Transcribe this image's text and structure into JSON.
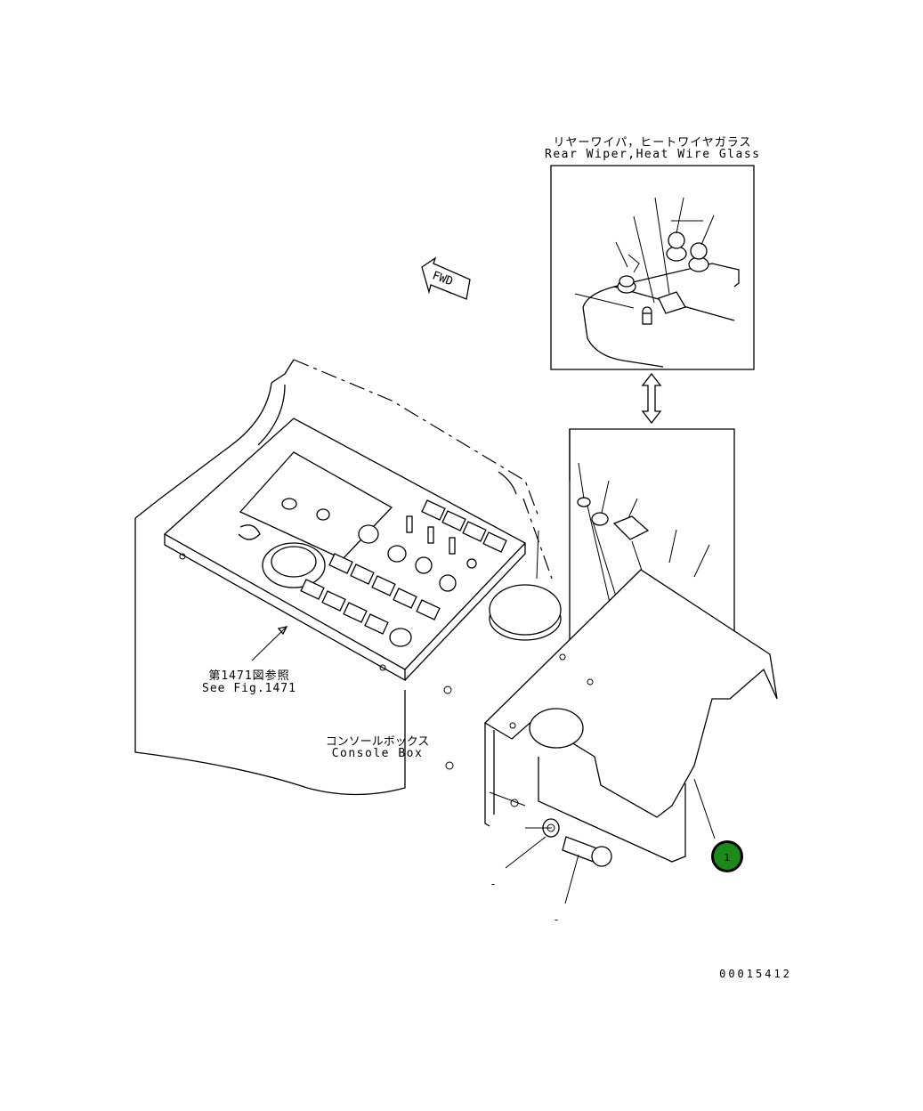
{
  "labels": {
    "rear_wiper_jp": "リヤーワイパ，ヒートワイヤガラス",
    "rear_wiper_en": "Rear Wiper,Heat Wire Glass",
    "fwd": "FWD",
    "see_fig_jp": "第1471図参照",
    "see_fig_en": "See Fig.1471",
    "console_box_jp": "コンソールボックス",
    "console_box_en": "Console Box",
    "leader_dash_1": "-",
    "leader_dash_2": "-",
    "drawing_number": "00015412"
  },
  "callouts": [
    {
      "number": "1",
      "color": "#1a8a1a"
    }
  ]
}
